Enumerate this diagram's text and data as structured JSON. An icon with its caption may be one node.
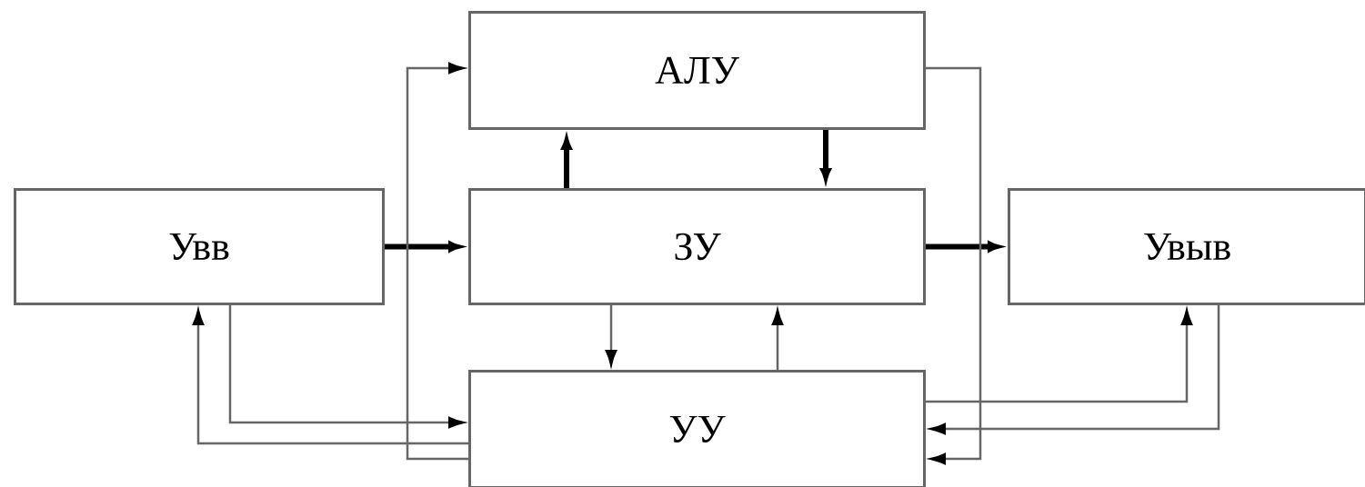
{
  "diagram": {
    "nodes": [
      {
        "text": [
          "АЛУ"
        ]
      },
      {
        "text": [
          "Увв"
        ]
      },
      {
        "text": [
          "ЗУ"
        ]
      },
      {
        "text": [
          "Увыв"
        ]
      },
      {
        "text": [
          "УУ"
        ]
      }
    ],
    "edges": [
      {
        "from": 1,
        "to": 2,
        "arrow": "to",
        "style": "thick",
        "color": "#000000"
      },
      {
        "from": 2,
        "to": 3,
        "arrow": "to",
        "style": "thick",
        "color": "#000000"
      },
      {
        "from": 2,
        "to": 0,
        "arrow": "to",
        "style": "thick",
        "color": "#000000"
      },
      {
        "from": 0,
        "to": 2,
        "arrow": "to",
        "style": "thick",
        "color": "#000000"
      },
      {
        "from": 2,
        "to": 4,
        "arrow": "to"
      },
      {
        "from": 4,
        "to": 2,
        "arrow": "to"
      },
      {
        "from": 1,
        "to": 4,
        "arrow": "to"
      },
      {
        "from": 4,
        "to": 1,
        "arrow": "to"
      },
      {
        "from": 4,
        "to": 0,
        "arrow": "to"
      },
      {
        "from": 4,
        "to": 3,
        "arrow": "to"
      },
      {
        "from": 3,
        "to": 4,
        "arrow": "to"
      },
      {
        "from": 0,
        "to": 4,
        "arrow": "to"
      }
    ]
  }
}
